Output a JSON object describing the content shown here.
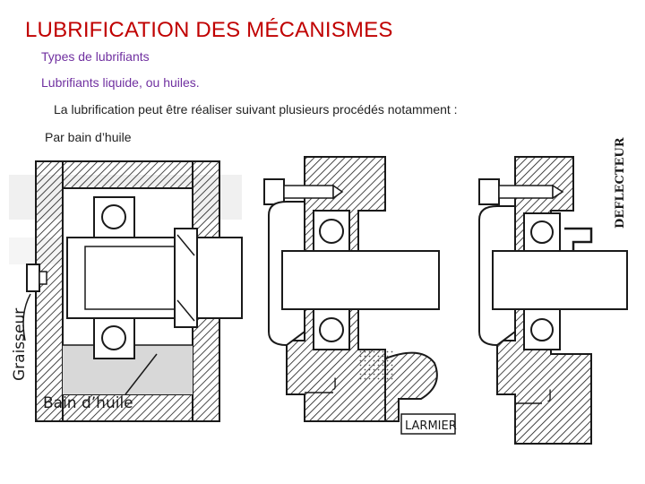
{
  "title": "LUBRIFICATION DES MÉCANISMES",
  "subtitle": "Types de lubrifiants",
  "line_liquid": "Lubrifiants liquide, ou huiles.",
  "line_procedes": "La lubrification peut être réaliser suivant plusieurs procédés notamment :",
  "line_bain": "Par bain d’huile",
  "figure_labels": {
    "graisseur": "Graisseur",
    "bain_huile": "Bain d’huile",
    "larmier": "LARMIER",
    "deflecteur": "DEFLECTEUR",
    "j_mid": "J",
    "j_right": "J"
  },
  "colors": {
    "title": "#c00000",
    "subtitle": "#7030a0",
    "text": "#222222",
    "ink": "#1a1a1a"
  }
}
